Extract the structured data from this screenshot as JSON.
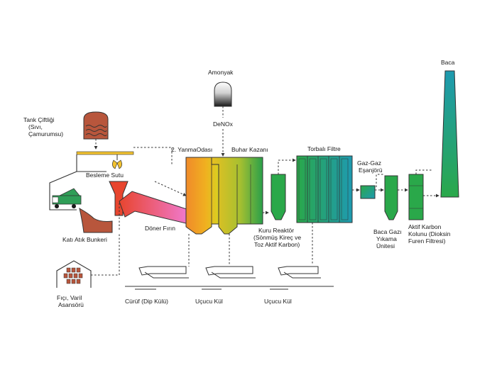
{
  "labels": {
    "amonyak": "Amonyak",
    "denox": "DeNOx",
    "baca": "Baca",
    "tank_line1": "Tank Çiftliği",
    "tank_line2": "(Sıvı,",
    "tank_line3": "Çamurumsu)",
    "yanma_odasi": "2. YanmaOdası",
    "buhar_kazani": "Buhar Kazanı",
    "torbali_filtre": "Torbalı Filtre",
    "gaz_gaz_line1": "Gaz-Gaz",
    "gaz_gaz_line2": "Eşanjörü",
    "besleme_sutu": "Besleme Sutu",
    "doner_firin": "Döner Fırın",
    "kati_atik_bunkeri": "Katı Atık Bunkeri",
    "kuru_reaktor_line1": "Kuru Reaktör",
    "kuru_reaktor_line2": "(Sönmüş Kireç ve",
    "kuru_reaktor_line3": "Toz Aktif Karbon)",
    "baca_gazi_line1": "Baca Gazı",
    "baca_gazi_line2": "Yıkama",
    "baca_gazi_line3": "Ünitesi",
    "aktif_karbon_line1": "Aktif Karbon",
    "aktif_karbon_line2": "Kolunu (Dioksin",
    "aktif_karbon_line3": "Furen Filtresi)",
    "fici_line1": "Fıçı, Varil",
    "fici_line2": "Asansörü",
    "curuf": "Cürüf (Dip Külü)",
    "ucucu_kul_1": "Uçucu Kül",
    "ucucu_kul_2": "Uçucu Kül"
  },
  "colors": {
    "tank": "#b8563c",
    "bunker": "#b8563c",
    "truck": "#2f9e57",
    "crane": "#f2c230",
    "furnace_start": "#e8452e",
    "furnace_end": "#f07ad0",
    "chamber_start": "#f08a2a",
    "chamber_end": "#d8d020",
    "boiler_start": "#e8c020",
    "boiler_end": "#2aa04a",
    "filter_green": "#2aa84a",
    "filter_teal": "#1e9ab0",
    "stack_top": "#1e9ab0",
    "stack_bottom": "#2aa84a",
    "ammonia_top": "#ffffff",
    "ammonia_bottom": "#1a1a1a"
  },
  "icons": [
    "tank-icon",
    "truck-icon",
    "crane-grab-icon",
    "barrel-icon",
    "ammonia-tank-icon",
    "stack-icon"
  ]
}
